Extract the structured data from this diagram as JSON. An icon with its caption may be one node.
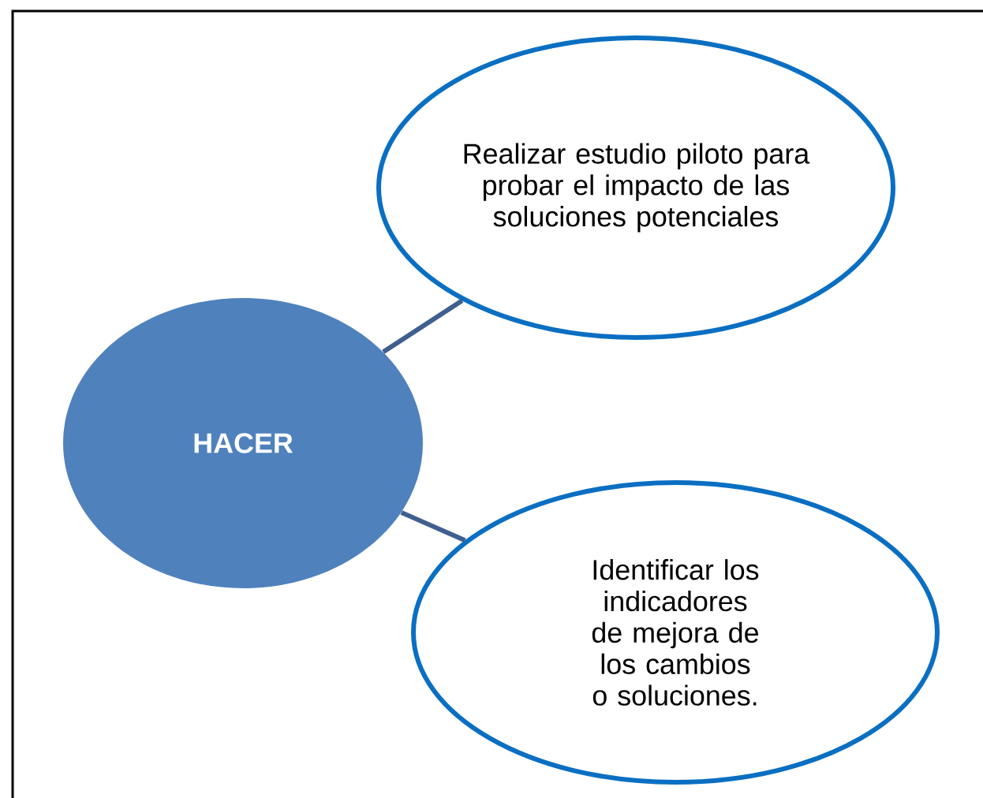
{
  "diagram": {
    "nodes": [
      {
        "text": [
          "HACER"
        ]
      },
      {
        "text": [
          "Realizar estudio piloto para probar el impacto de las soluciones potenciales"
        ]
      },
      {
        "text": [
          "Identificar los indicadores de mejora de los cambios o soluciones."
        ]
      }
    ],
    "edges": [
      {
        "from": 0,
        "to": 1,
        "arrow": "none"
      },
      {
        "from": 0,
        "to": 2,
        "arrow": "none"
      }
    ]
  }
}
